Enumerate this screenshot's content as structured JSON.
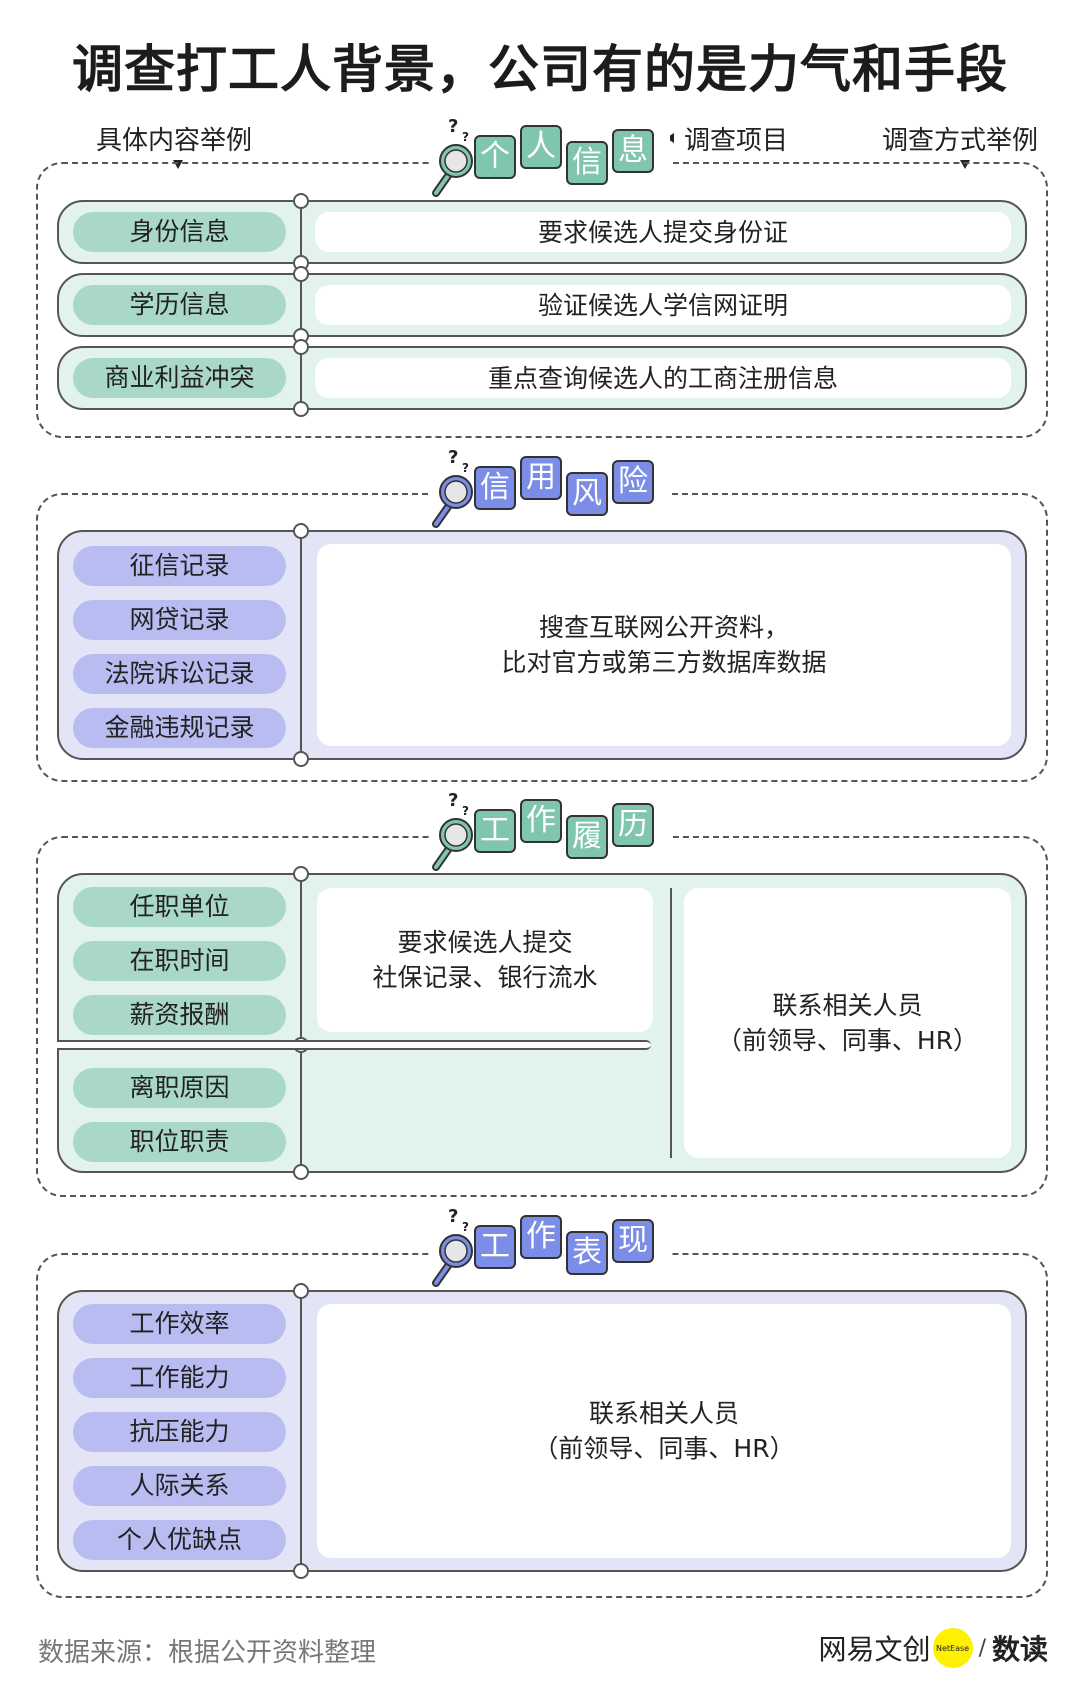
{
  "title": "调查打工人背景，公司有的是力气和手段",
  "legend": {
    "left": "具体内容举例",
    "center": "调查项目",
    "right": "调查方式举例"
  },
  "colors": {
    "green_bg": "#e2f2ee",
    "green_pill": "#a9d8cb",
    "green_tile": "#80c6ae",
    "blue_bg": "#e3e5f7",
    "blue_pill": "#b8bcf1",
    "blue_tile": "#7b8de6"
  },
  "sections": [
    {
      "title": [
        "个",
        "人",
        "信",
        "息"
      ],
      "items": [
        "身份信息",
        "学历信息",
        "商业利益冲突"
      ],
      "methods": [
        "要求候选人提交身份证",
        "验证候选人学信网证明",
        "重点查询候选人的工商注册信息"
      ]
    },
    {
      "title": [
        "信",
        "用",
        "风",
        "险"
      ],
      "items": [
        "征信记录",
        "网贷记录",
        "法院诉讼记录",
        "金融违规记录"
      ],
      "method_lines": [
        "搜查互联网公开资料，",
        "比对官方或第三方数据库数据"
      ]
    },
    {
      "title": [
        "工",
        "作",
        "履",
        "历"
      ],
      "items": [
        "任职单位",
        "在职时间",
        "薪资报酬",
        "离职原因",
        "职位职责"
      ],
      "method_a": [
        "要求候选人提交",
        "社保记录、银行流水"
      ],
      "method_b": [
        "联系相关人员",
        "（前领导、同事、HR）"
      ]
    },
    {
      "title": [
        "工",
        "作",
        "表",
        "现"
      ],
      "items": [
        "工作效率",
        "工作能力",
        "抗压能力",
        "人际关系",
        "个人优缺点"
      ],
      "method_lines": [
        "联系相关人员",
        "（前领导、同事、HR）"
      ]
    }
  ],
  "footer": {
    "source": "数据来源：根据公开资料整理",
    "logo_main": "网易文创",
    "logo_badge": "NetEase",
    "logo_slash": "/",
    "logo_sub": "数读"
  }
}
